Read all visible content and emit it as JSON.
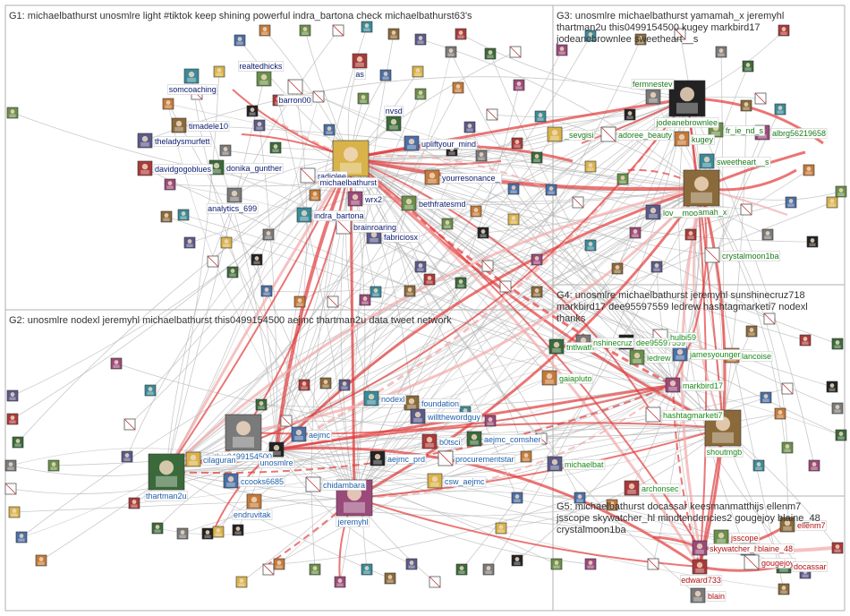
{
  "groups": [
    {
      "id": "G1",
      "title_lines": [
        "G1: michaelbathurst unosmlre light #tiktok keep shining powerful indra_bartona check michaelbathurst63's"
      ],
      "label_color": "#0a1a6e"
    },
    {
      "id": "G2",
      "title_lines": [
        "G2: unosmlre nodexl jeremyhl michaelbathurst this0499154500 aejmc thartman2u data tweet network"
      ],
      "label_color": "#1f5fa8"
    },
    {
      "id": "G3",
      "title_lines": [
        "G3: unosmlre michaelbathurst yamamah_x jeremyhl",
        "thartman2u this0499154500 kugey markbird17",
        "jodeanebrownlee sweetheart__s"
      ],
      "label_color": "#1a7a1a"
    },
    {
      "id": "G4",
      "title_lines": [
        "G4: unosmlre michaelbathurst jeremyhl sunshinecruz718",
        "markbird17 dee95597559 ledrew hashtagmarketi7 nodexl",
        "thanks"
      ],
      "label_color": "#1a8a1a"
    },
    {
      "id": "G5",
      "title_lines": [
        "G5: michaelbathurst docassar keesmanmatthijs ellenm7",
        "jsscope skywatcher_hl mindtendencies2 gougejoy blaine_48",
        "crystalmoon1ba"
      ],
      "label_color": "#b01010"
    }
  ],
  "nodes": [
    {
      "name": "realtedhicks",
      "group": "G1"
    },
    {
      "name": "barron00",
      "group": "G1"
    },
    {
      "name": "somcoaching",
      "group": "G1"
    },
    {
      "name": "timadele10",
      "group": "G1"
    },
    {
      "name": "theladysmurfett",
      "group": "G1"
    },
    {
      "name": "davidgogoblues",
      "group": "G1"
    },
    {
      "name": "donika_gunther",
      "group": "G1"
    },
    {
      "name": "analytics_699",
      "group": "G1"
    },
    {
      "name": "radiolee",
      "group": "G1"
    },
    {
      "name": "michaelbathurst",
      "group": "G1"
    },
    {
      "name": "upliftyour_mind",
      "group": "G1"
    },
    {
      "name": "yourresonance_",
      "group": "G1"
    },
    {
      "name": "bethfratesmd",
      "group": "G1"
    },
    {
      "name": "wrx2",
      "group": "G1"
    },
    {
      "name": "indra_bartona",
      "group": "G1"
    },
    {
      "name": "brainroaring",
      "group": "G1"
    },
    {
      "name": "fabriciosx",
      "group": "G1"
    },
    {
      "name": "as",
      "group": "G1"
    },
    {
      "name": "nvsd",
      "group": "G1"
    },
    {
      "name": "fermnestev",
      "group": "G3"
    },
    {
      "name": "jodeanebrownlee",
      "group": "G3"
    },
    {
      "name": "_sevgisi",
      "group": "G3"
    },
    {
      "name": "adoree_beauty",
      "group": "G3"
    },
    {
      "name": "kugey",
      "group": "G3"
    },
    {
      "name": "fr_ie_nd_s",
      "group": "G3"
    },
    {
      "name": "albrg56219658",
      "group": "G3"
    },
    {
      "name": "sweetheart__s",
      "group": "G3"
    },
    {
      "name": "yamamah_x",
      "group": "G3"
    },
    {
      "name": "lov__moo",
      "group": "G3"
    },
    {
      "name": "crystalmoon1ba",
      "group": "G3"
    },
    {
      "name": "thartman2u",
      "group": "G2"
    },
    {
      "name": "this0499154500",
      "group": "G2"
    },
    {
      "name": "unosmlre",
      "group": "G2"
    },
    {
      "name": "cilaguran",
      "group": "G2"
    },
    {
      "name": "ccooks6685",
      "group": "G2"
    },
    {
      "name": "endruvitak",
      "group": "G2"
    },
    {
      "name": "chidambara",
      "group": "G2"
    },
    {
      "name": "jeremyhl",
      "group": "G2"
    },
    {
      "name": "nodexl",
      "group": "G2"
    },
    {
      "name": "foundation",
      "group": "G2"
    },
    {
      "name": "willthewordguy",
      "group": "G2"
    },
    {
      "name": "b0tsci",
      "group": "G2"
    },
    {
      "name": "aejmc_comsher",
      "group": "G2"
    },
    {
      "name": "procurementstar",
      "group": "G2"
    },
    {
      "name": "aejmc_prd",
      "group": "G2"
    },
    {
      "name": "csw_aejmc",
      "group": "G2"
    },
    {
      "name": "aejmc",
      "group": "G2"
    },
    {
      "name": "gaiapluto",
      "group": "G4"
    },
    {
      "name": "ledrew",
      "group": "G4"
    },
    {
      "name": "markbird17",
      "group": "G4"
    },
    {
      "name": "hashtagmarketi7",
      "group": "G4"
    },
    {
      "name": "shoutmgb",
      "group": "G4"
    },
    {
      "name": "michaelbat",
      "group": "G4"
    },
    {
      "name": "archonsec",
      "group": "G4"
    },
    {
      "name": "tntlwath",
      "group": "G4"
    },
    {
      "name": "nshinecruz",
      "group": "G4"
    },
    {
      "name": "dee95597559",
      "group": "G4"
    },
    {
      "name": "hulbi59",
      "group": "G4"
    },
    {
      "name": "jamesyoungerich",
      "group": "G4"
    },
    {
      "name": "lancoise",
      "group": "G4"
    },
    {
      "name": "jsscope",
      "group": "G5"
    },
    {
      "name": "skywatcher_hl",
      "group": "G5"
    },
    {
      "name": "blaine_48",
      "group": "G5"
    },
    {
      "name": "ellenm7",
      "group": "G5"
    },
    {
      "name": "gougejoy",
      "group": "G5"
    },
    {
      "name": "edward733",
      "group": "G5"
    },
    {
      "name": "docassar",
      "group": "G5"
    },
    {
      "name": "blain",
      "group": "G5"
    }
  ],
  "palette": {
    "edge_gray": "#b8b8b8",
    "edge_red": "#e23b3b",
    "edge_red_light": "#f2a6a6",
    "box_border": "#b0b0b0"
  }
}
